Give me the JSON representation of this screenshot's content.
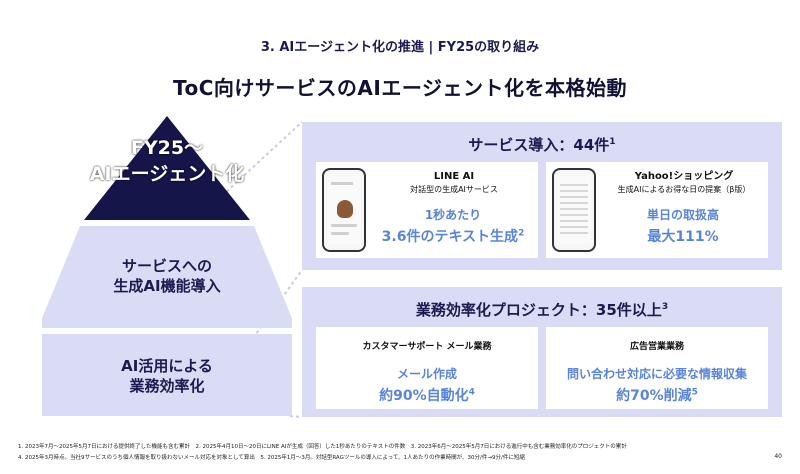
{
  "header": {
    "section_title": "3. AIエージェント化の推進 | FY25の取り組み",
    "main_title": "ToC向けサービスのAIエージェント化を本格始動"
  },
  "pyramid": {
    "top_line1": "FY25〜",
    "top_line2": "AIエージェント化",
    "middle_line1": "サービスへの",
    "middle_line2": "生成AI機能導入",
    "bottom_line1": "AI活用による",
    "bottom_line2": "業務効率化",
    "colors": {
      "top": "#15154a",
      "middle": "#d9dcf4",
      "bottom": "#d9dcf4"
    }
  },
  "service_panel": {
    "title": "サービス導入：44件",
    "title_note": "1",
    "cards": [
      {
        "name": "LINE AI",
        "subtitle": "対話型の生成AIサービス",
        "stat_line1": "1秒あたり",
        "stat_line2": "3.6件のテキスト生成",
        "stat_note": "2",
        "phone_icon": "phone-chat-icon"
      },
      {
        "name": "Yahoo!ショッピング",
        "subtitle": "生成AIによるお得な日の提案（β版）",
        "stat_line1": "単日の取扱高",
        "stat_line2": "最大111%",
        "stat_note": "",
        "phone_icon": "phone-shopping-icon"
      }
    ]
  },
  "efficiency_panel": {
    "title": "業務効率化プロジェクト：35件以上",
    "title_note": "3",
    "cards": [
      {
        "name": "カスタマーサポート メール業務",
        "stat_line1": "メール作成",
        "stat_line2": "約90%自動化",
        "stat_note": "4"
      },
      {
        "name": "広告営業業務",
        "stat_line1": "問い合わせ対応に必要な情報収集",
        "stat_line2": "約70%削減",
        "stat_note": "5"
      }
    ]
  },
  "footnotes": {
    "line1": "1. 2023年7月〜2025年5月7日における提供終了した機能も含む累計　2. 2025年4月10日〜20日にLINE AIが生成（回答）した1秒あたりのテキストの件数　3. 2023年6月〜2025年5月7日における進行中も含む業務効率化のプロジェクトの累計",
    "line2": "4. 2025年3月時点。当社9サービスのうち個人情報を取り扱わないメール対応を対象として算出　5. 2025年1月〜3月。対話型RAGツールの導入によって、1人あたりの作業時間が、30分/件→9分/件に短縮",
    "page_number": "40"
  },
  "colors": {
    "accent": "#5a85d6",
    "navy": "#15154a",
    "panel": "#d9dcf4"
  }
}
